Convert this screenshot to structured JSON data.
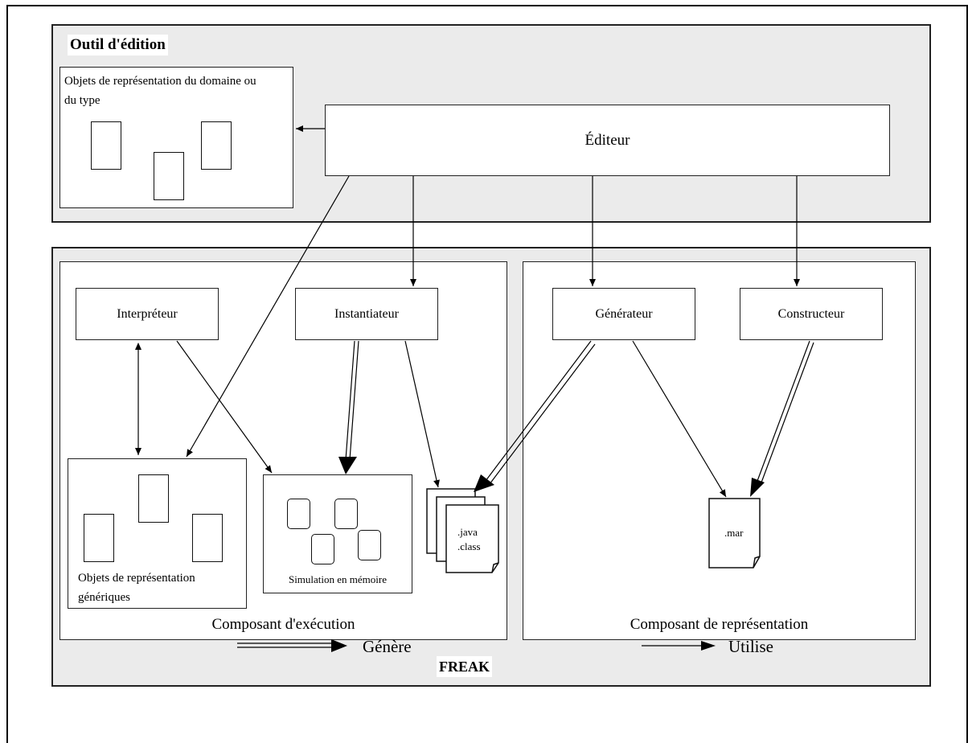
{
  "outil": {
    "title": "Outil d'édition",
    "domain_objects_label": "Objets de représentation du domaine ou du type"
  },
  "editeur": {
    "label": "Éditeur"
  },
  "freak": {
    "title": "FREAK"
  },
  "execution": {
    "caption": "Composant d'exécution",
    "interpreteur": "Interpréteur",
    "instantiateur": "Instantiateur",
    "generic_objects_label": "Objets de représentation génériques",
    "simulation_label": "Simulation en mémoire",
    "files_label_1": ".java",
    "files_label_2": ".class"
  },
  "representation": {
    "caption": "Composant de représentation",
    "generateur": "Générateur",
    "constructeur": "Constructeur",
    "mar_label": ".mar"
  },
  "legend": {
    "generates": "Génère",
    "uses": "Utilise"
  }
}
